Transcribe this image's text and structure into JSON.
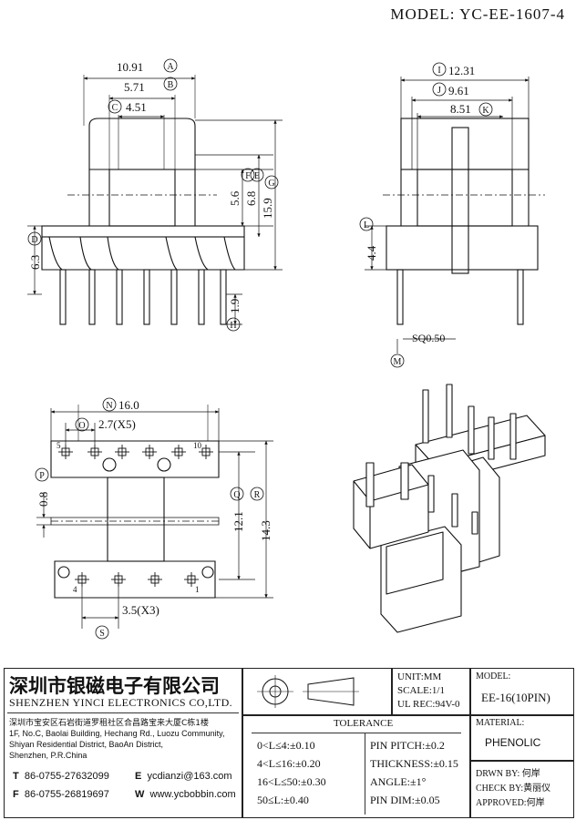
{
  "header": {
    "model": "MODEL: YC-EE-1607-4"
  },
  "side_view": {
    "dims": {
      "a": "10.91",
      "b": "5.71",
      "c": "4.51",
      "d": "6.3",
      "e": "5.6",
      "f": "6.8",
      "g": "15.9",
      "h": "1.9"
    },
    "markers": {
      "a": "A",
      "b": "B",
      "c": "C",
      "d": "D",
      "e": "E",
      "f": "F",
      "g": "G",
      "h": "H"
    }
  },
  "end_view": {
    "dims": {
      "i": "12.31",
      "j": "9.61",
      "k": "8.51",
      "l": "4.4",
      "m": "SQ0.50"
    },
    "markers": {
      "i": "I",
      "j": "J",
      "k": "K",
      "l": "L",
      "m": "M"
    }
  },
  "bottom_view": {
    "dims": {
      "n": "16.0",
      "o": "2.7(X5)",
      "p": "0.8",
      "q": "12.1",
      "r": "14.3",
      "s": "3.5(X3)"
    },
    "markers": {
      "n": "N",
      "o": "O",
      "p": "P",
      "q": "Q",
      "r": "R",
      "s": "S"
    },
    "pin_labels": {
      "p5": "5",
      "p10": "10",
      "p4": "4",
      "p1": "1"
    }
  },
  "title_block": {
    "company_cn": "深圳市银磁电子有限公司",
    "company_en": "SHENZHEN YINCI ELECTRONICS CO,LTD.",
    "address_cn": "深圳市宝安区石岩街道罗租社区合昌路宝来大厦C栋1楼",
    "address_en": [
      "1F, No.C, Baolai Building, Hechang Rd., Luozu Community,",
      "Shiyan Residential District, BaoAn District,",
      "Shenzhen, P.R.China"
    ],
    "contacts": [
      {
        "key": "T",
        "value": "86-0755-27632099"
      },
      {
        "key": "F",
        "value": "86-0755-26819697"
      },
      {
        "key": "E",
        "value": "ycdianzi@163.com"
      },
      {
        "key": "W",
        "value": "www.ycbobbin.com"
      }
    ],
    "units": [
      "UNIT:MM",
      "SCALE:1/1",
      "UL REC:94V-0"
    ],
    "model_label": "MODEL:",
    "model_value": "EE-16(10PIN)",
    "material_label": "MATERIAL:",
    "material_value": "PHENOLIC",
    "tolerance_title": "TOLERANCE",
    "tolerance_left": [
      "0<L≤4:±0.10",
      "4<L≤16:±0.20",
      "16<L≤50:±0.30",
      "50≤L:±0.40"
    ],
    "tolerance_right": [
      "PIN PITCH:±0.2",
      "THICKNESS:±0.15",
      "ANGLE:±1°",
      "PIN DIM:±0.05"
    ],
    "signatures": [
      "DRWN BY: 何岸",
      "CHECK BY:黄丽仪",
      "APPROVED:何岸"
    ]
  }
}
